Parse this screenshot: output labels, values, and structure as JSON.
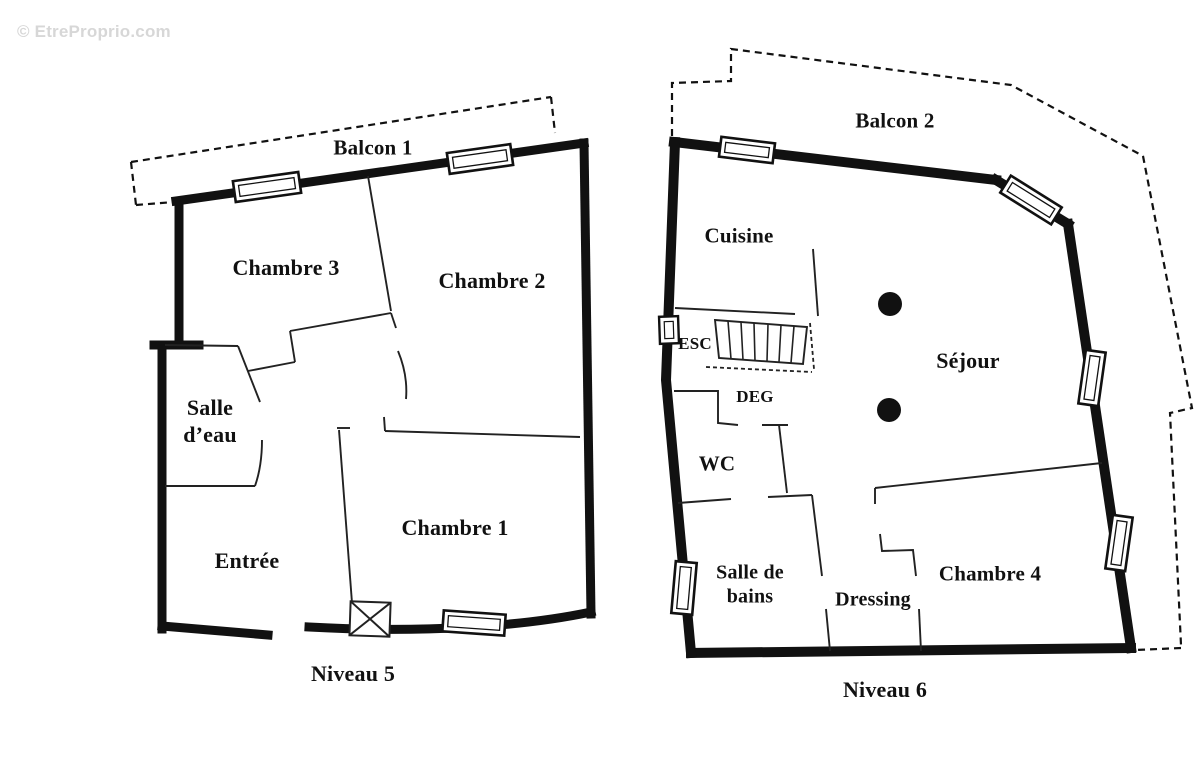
{
  "watermark": "© EtreProprio.com",
  "colors": {
    "wall": "#111111",
    "background": "#ffffff",
    "watermark_gray": "#d7d7d7"
  },
  "plans": {
    "niveau5": {
      "title": "Niveau 5",
      "balcony": "Balcon 1",
      "rooms": {
        "chambre3": "Chambre 3",
        "chambre2": "Chambre 2",
        "salle_eau1": "Salle",
        "salle_eau2": "d’eau",
        "entree": "Entrée",
        "chambre1": "Chambre 1"
      }
    },
    "niveau6": {
      "title": "Niveau 6",
      "balcony": "Balcon 2",
      "rooms": {
        "cuisine": "Cuisine",
        "esc": "ESC",
        "deg": "DEG",
        "sejour": "Séjour",
        "wc": "WC",
        "salle_bains1": "Salle de",
        "salle_bains2": "bains",
        "dressing": "Dressing",
        "chambre4": "Chambre 4"
      }
    }
  }
}
